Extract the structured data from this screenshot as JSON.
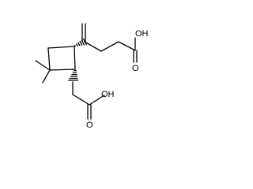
{
  "molecule": {
    "labels": {
      "hydroxyl_top": "OH",
      "carbonyl_o_top": "O",
      "hydroxyl_bottom": "OH",
      "carbonyl_o_bottom": "O"
    },
    "stereo_bond_style": "hashed-wedge"
  }
}
